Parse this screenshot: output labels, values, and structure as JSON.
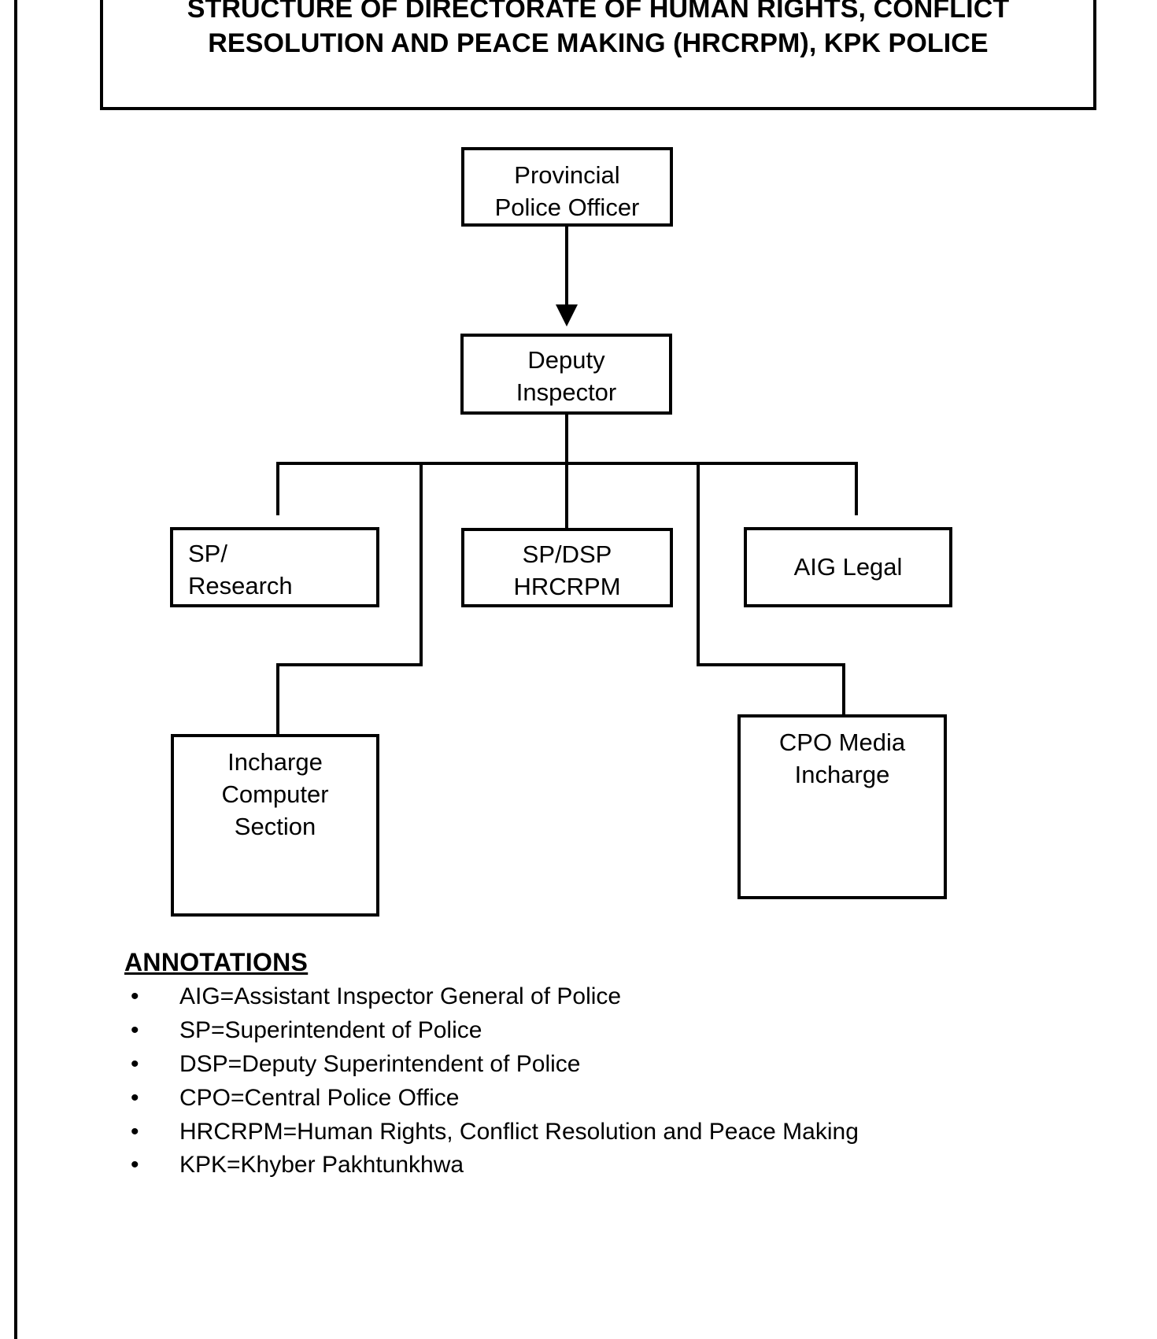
{
  "page": {
    "title": "STRUCTURE OF DIRECTORATE OF HUMAN RIGHTS, CONFLICT RESOLUTION AND PEACE MAKING (HRCRPM), KPK POLICE",
    "line_color": "#000000",
    "background_color": "#ffffff"
  },
  "chart_data": {
    "type": "diagram",
    "subtype": "organizational-hierarchy-chart",
    "title": "STRUCTURE OF DIRECTORATE OF HUMAN RIGHTS, CONFLICT RESOLUTION AND PEACE MAKING (HRCRPM), KPK POLICE",
    "nodes": [
      {
        "id": "ppo",
        "label": "Provincial\nPolice Officer",
        "level": 0,
        "align": "center"
      },
      {
        "id": "dig",
        "label": "Deputy\nInspector",
        "level": 1,
        "align": "center"
      },
      {
        "id": "spres",
        "label": "SP/\nResearch",
        "level": 2,
        "align": "left"
      },
      {
        "id": "spdsp",
        "label": "SP/DSP\nHRCRPM",
        "level": 2,
        "align": "center"
      },
      {
        "id": "aig",
        "label": "AIG Legal",
        "level": 2,
        "align": "center"
      },
      {
        "id": "ics",
        "label": "Incharge\nComputer\nSection",
        "level": 3,
        "align": "center"
      },
      {
        "id": "cpo",
        "label": "CPO Media\nIncharge",
        "level": 3,
        "align": "center"
      }
    ],
    "edges": [
      {
        "from": "ppo",
        "to": "dig",
        "style": "arrow"
      },
      {
        "from": "dig",
        "to": "spres",
        "style": "elbow"
      },
      {
        "from": "dig",
        "to": "spdsp",
        "style": "elbow"
      },
      {
        "from": "dig",
        "to": "aig",
        "style": "elbow"
      },
      {
        "from": "dig",
        "to": "ics",
        "style": "elbow"
      },
      {
        "from": "dig",
        "to": "cpo",
        "style": "elbow"
      }
    ]
  },
  "annotations": {
    "heading": "ANNOTATIONS",
    "bullet_glyph": "•",
    "items": [
      "AIG=Assistant Inspector General of Police",
      "SP=Superintendent of Police",
      "DSP=Deputy Superintendent of Police",
      "CPO=Central Police Office",
      "HRCRPM=Human Rights, Conflict Resolution and Peace Making",
      "KPK=Khyber Pakhtunkhwa"
    ]
  }
}
